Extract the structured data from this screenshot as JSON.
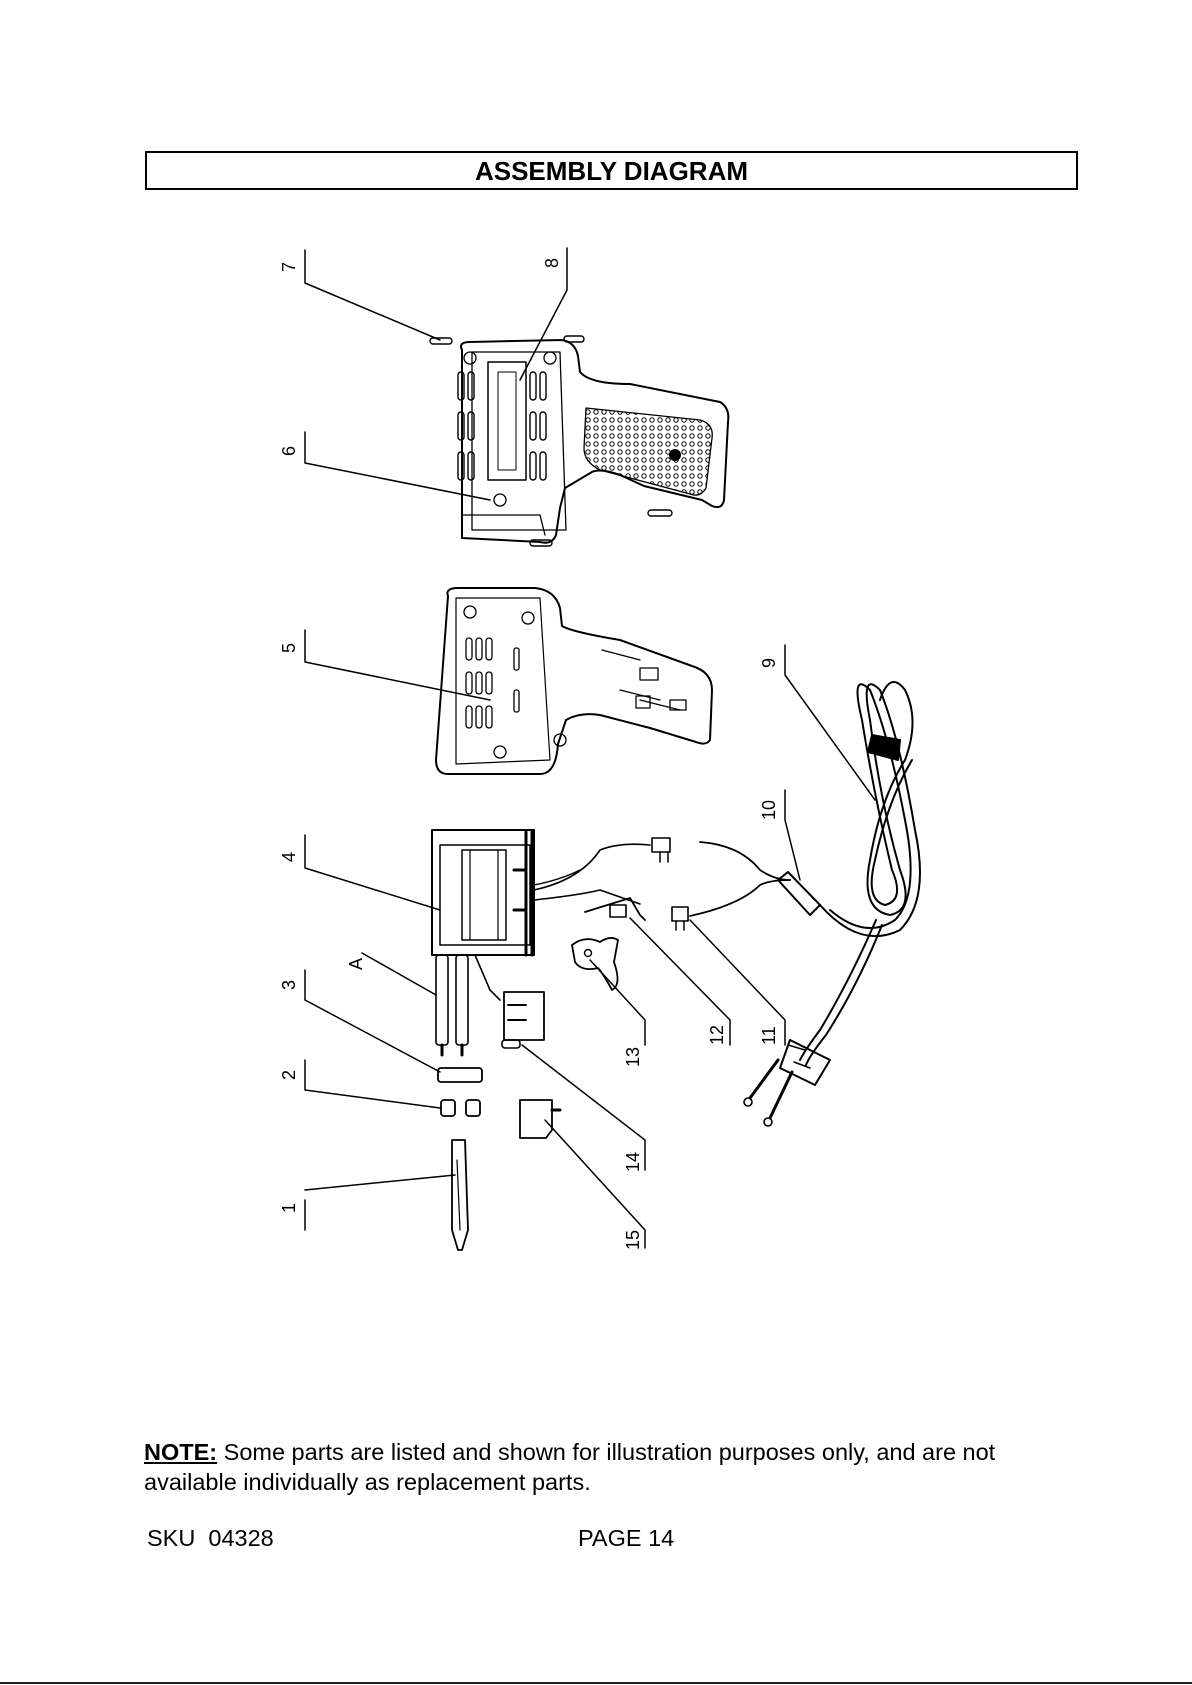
{
  "header": {
    "title": "ASSEMBLY DIAGRAM"
  },
  "diagram": {
    "part_labels": [
      "1",
      "2",
      "3",
      "4",
      "5",
      "6",
      "7",
      "8",
      "9",
      "10",
      "11",
      "12",
      "13",
      "14",
      "15"
    ],
    "extra_label": "A"
  },
  "note": {
    "label": "NOTE:",
    "text": " Some parts are listed and shown for illustration purposes only, and are not available individually as replacement parts."
  },
  "footer": {
    "sku": "SKU  04328",
    "page": "PAGE 14"
  }
}
